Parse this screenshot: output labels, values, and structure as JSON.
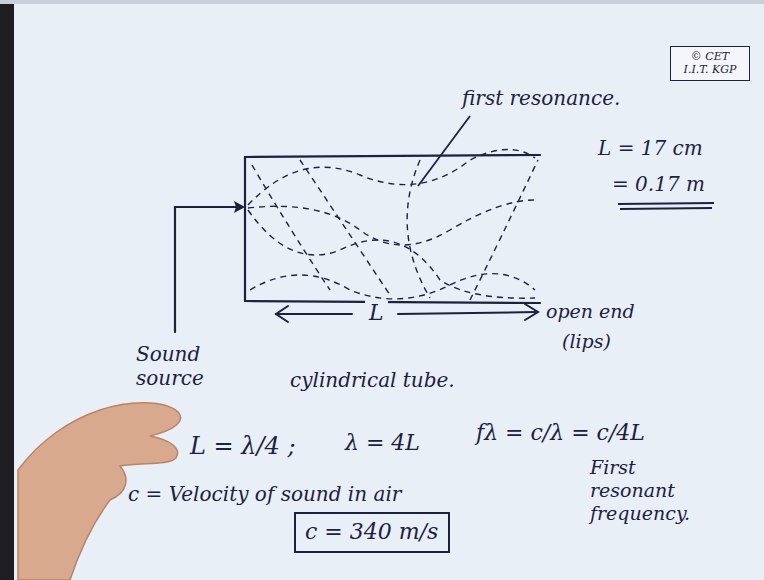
{
  "diagram": {
    "nodes": [
      {
        "text": [
          "© CET I.I.T. KGP"
        ]
      },
      {
        "text": [
          "c = 340 m/s"
        ]
      }
    ],
    "labels": [
      "first resonance.",
      "L = 17 cm",
      "= 0.17 m",
      "L",
      "open end",
      "(lips)",
      "Sound source",
      "cylindrical tube.",
      "L = λ/4 ;",
      "λ = 4L",
      "fλ = c/λ = c/4L",
      "First resonant frequency.",
      "c = Velocity of sound in air"
    ]
  }
}
